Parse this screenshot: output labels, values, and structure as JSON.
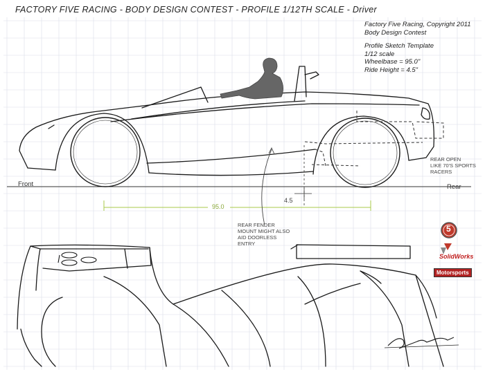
{
  "sheet": {
    "title": "FACTORY FIVE RACING - BODY DESIGN CONTEST - PROFILE  1/12TH SCALE - Driver",
    "copyright": "Factory Five Racing, Copyright 2011",
    "contest": "Body Design Contest",
    "template": "Profile Sketch Template",
    "scale": "1/12 scale",
    "wheelbase": "Wheelbase = 95.0\"",
    "ride_height": "Ride Height = 4.5\""
  },
  "labels": {
    "front": "Front",
    "rear": "Rear",
    "wheelbase_dim": "95.0",
    "ride_height_dim": "4.5",
    "rear_open_note": "REAR OPEN\nLIKE 70'S SPORTS\nRACERS",
    "fender_note": "REAR FENDER\nMOUNT MIGHT ALSO\nAID DOORLESS\nENTRY"
  },
  "logos": {
    "ffr_badge": "5",
    "solidworks": "SolidWorks",
    "motorsports": "Motorsports"
  },
  "colors": {
    "grid": "#d9dde8",
    "ink": "#1a1a1a",
    "dimension": "#a9c94a",
    "badge_red": "#c0392b"
  }
}
